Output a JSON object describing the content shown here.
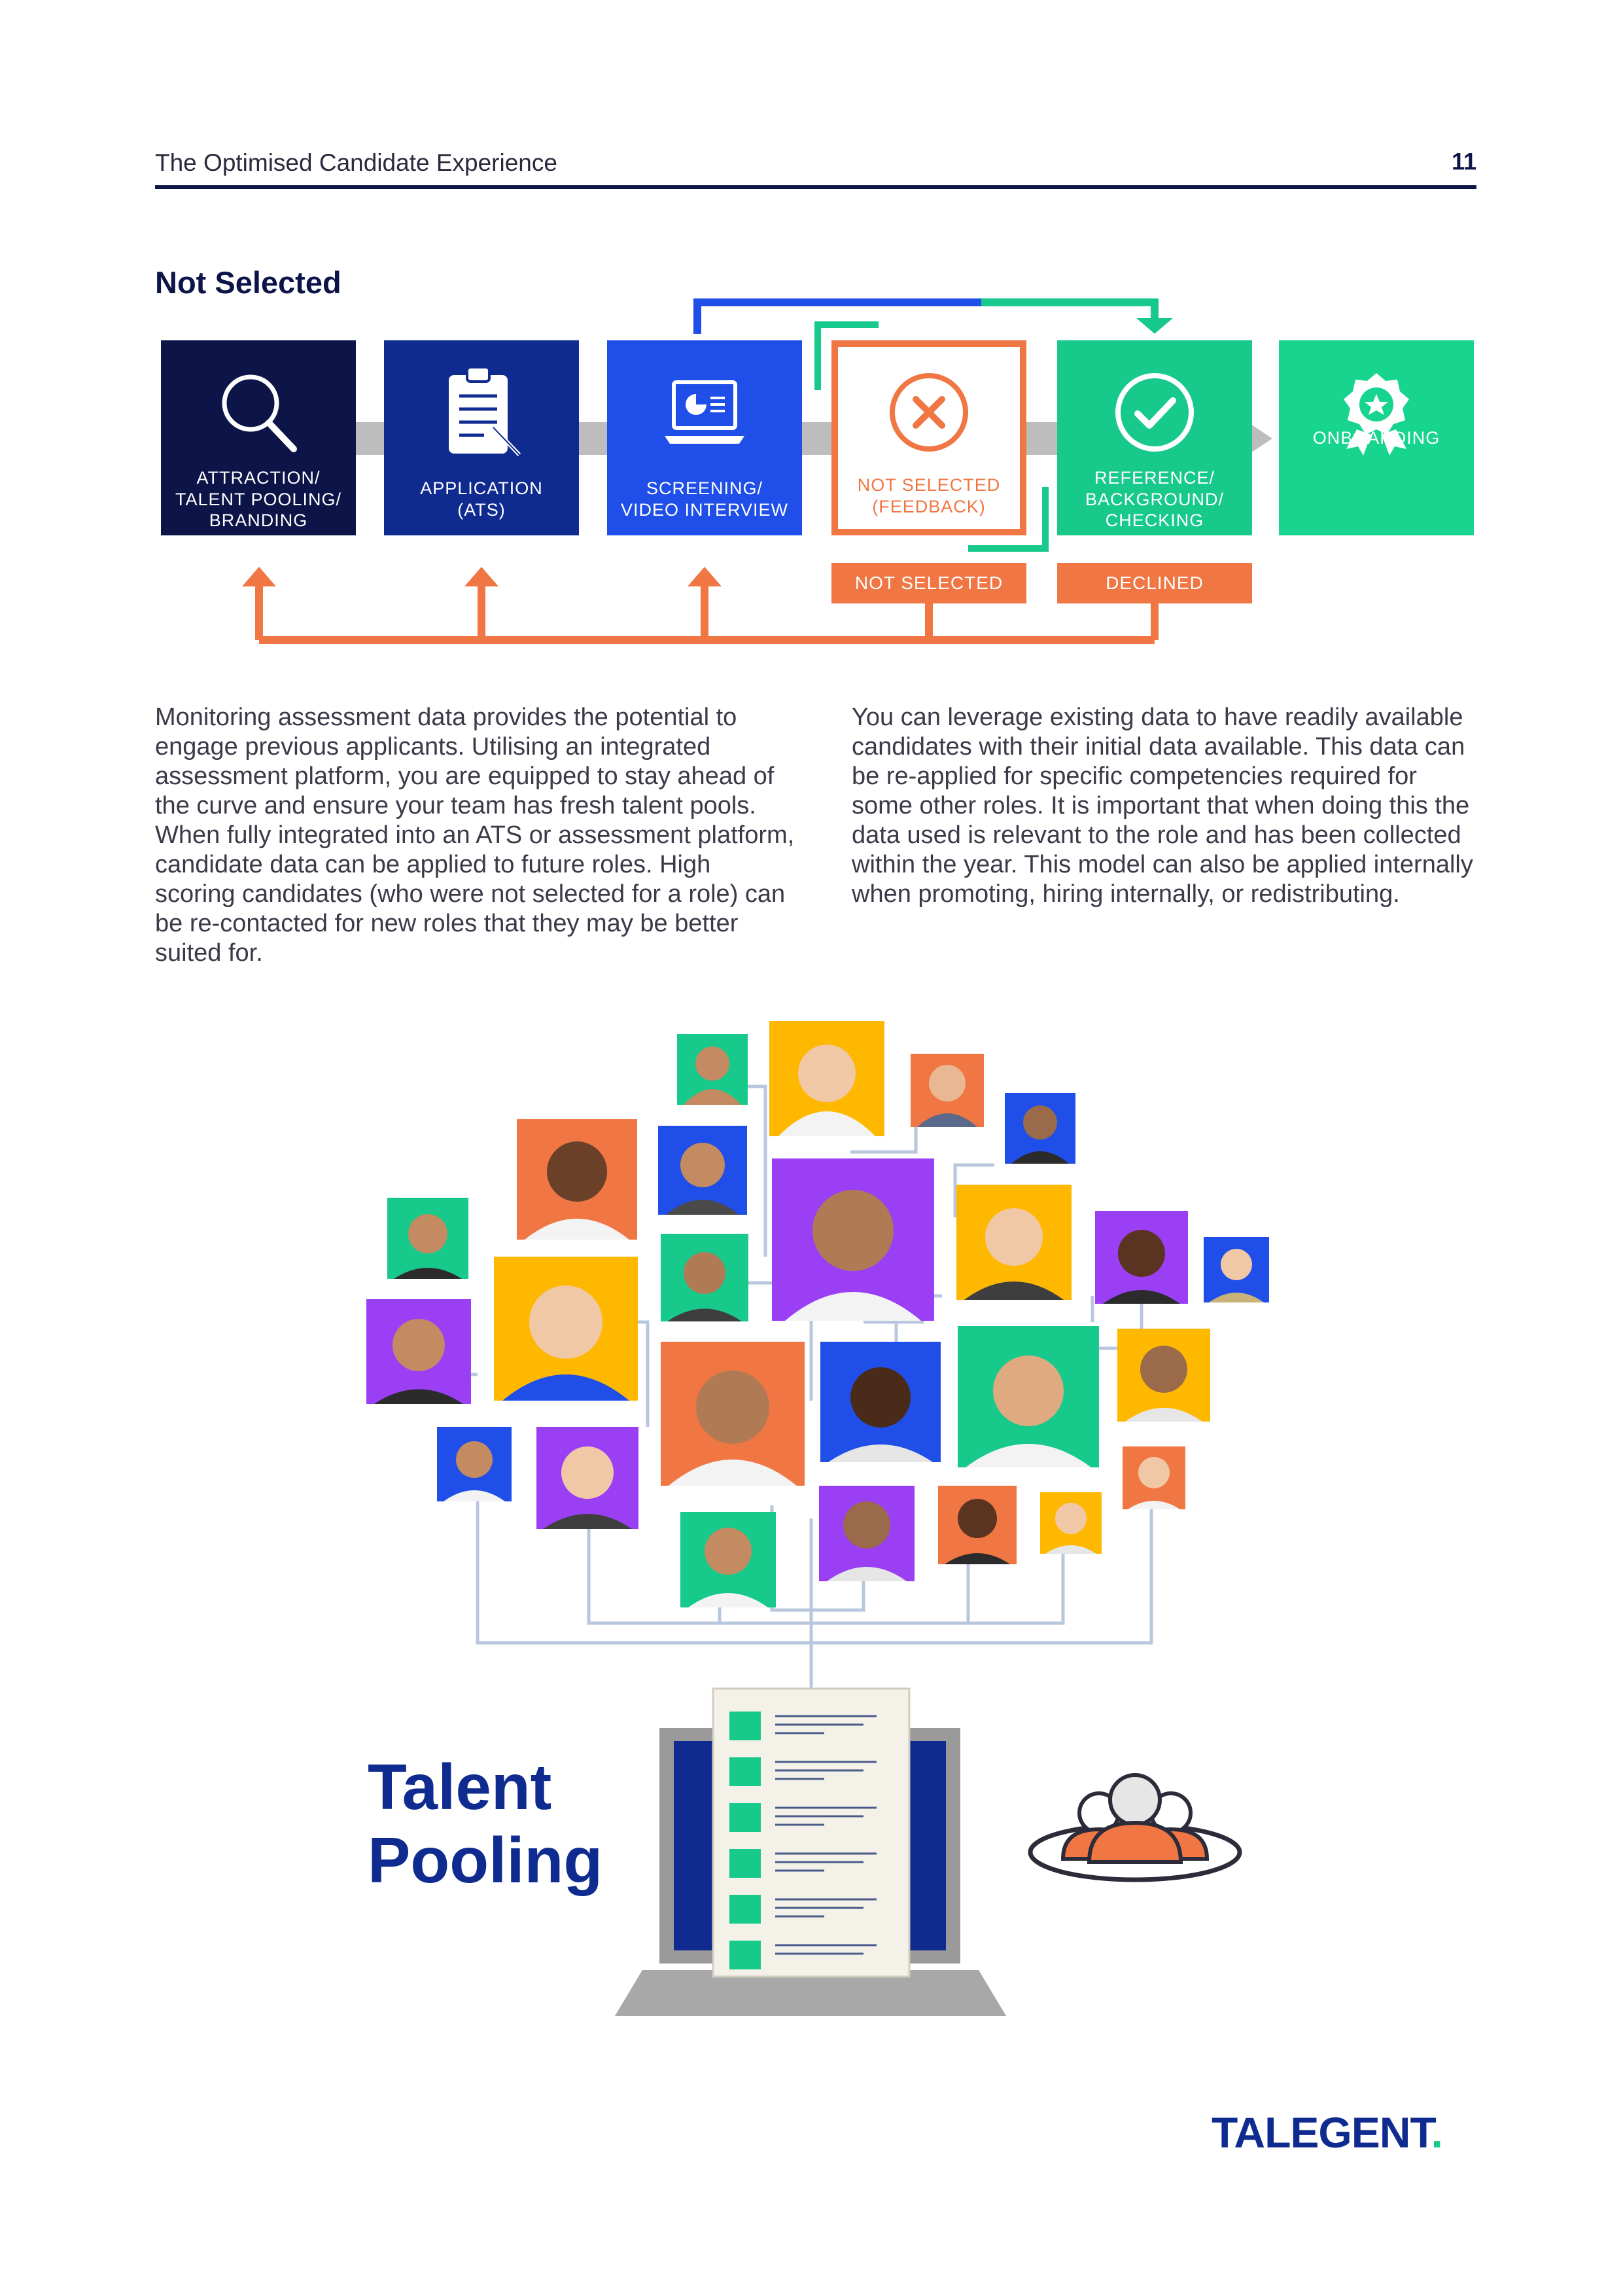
{
  "header": {
    "title": "The Optimised Candidate Experience",
    "page_number": "11"
  },
  "section": {
    "title": "Not Selected"
  },
  "flow": {
    "steps": [
      {
        "label": "ATTRACTION/\nTALENT POOLING/\nBRANDING",
        "icon": "magnifier-icon",
        "color": "#0c1448"
      },
      {
        "label": "APPLICATION\n(ATS)",
        "icon": "clipboard-icon",
        "color": "#0f2b8f"
      },
      {
        "label": "SCREENING/\nVIDEO INTERVIEW",
        "icon": "laptop-presentation-icon",
        "color": "#1f4fe8"
      },
      {
        "label": "NOT SELECTED\n(FEEDBACK)",
        "icon": "x-circle-icon",
        "color": "#f07644"
      },
      {
        "label": "REFERENCE/\nBACKGROUND/\nCHECKING",
        "icon": "check-circle-icon",
        "color": "#17c98a"
      },
      {
        "label": "ONBOARDING",
        "icon": "award-badge-icon",
        "color": "#17d48f"
      }
    ],
    "tags": {
      "not_selected": "NOT SELECTED",
      "declined": "DECLINED"
    },
    "colors": {
      "connector": "#bdbdbd",
      "feedback_loop": "#f07644",
      "top_loop_start": "#1f4fe8",
      "top_loop_end": "#17c98a"
    }
  },
  "body": {
    "left": "Monitoring assessment data provides the potential to engage previous applicants. Utilising an integrated assessment platform, you are equipped to stay ahead of the curve and ensure your team has fresh talent pools. When fully integrated into an ATS or assessment platform, candidate data can be applied to future roles. High scoring candidates (who were not selected for a role) can be re-contacted for new roles that they may be better suited for.",
    "right": "You can leverage existing data to have readily available candidates with their initial data available. This data can be re-applied for specific competencies required for some other roles. It is important that when doing this the data used is relevant to the role and has been collected within the year. This model can also be applied internally when promoting, hiring internally, or redistributing."
  },
  "illustration": {
    "title": "Talent\nPooling",
    "photo_tile_colors": [
      "#17c98a",
      "#ffb800",
      "#f07644",
      "#1f4fe8",
      "#9b3ff5"
    ],
    "icons": [
      "laptop-icon",
      "document-list-icon",
      "group-people-icon"
    ]
  },
  "footer": {
    "brand": "TALEGENT",
    "brand_dot": "."
  }
}
